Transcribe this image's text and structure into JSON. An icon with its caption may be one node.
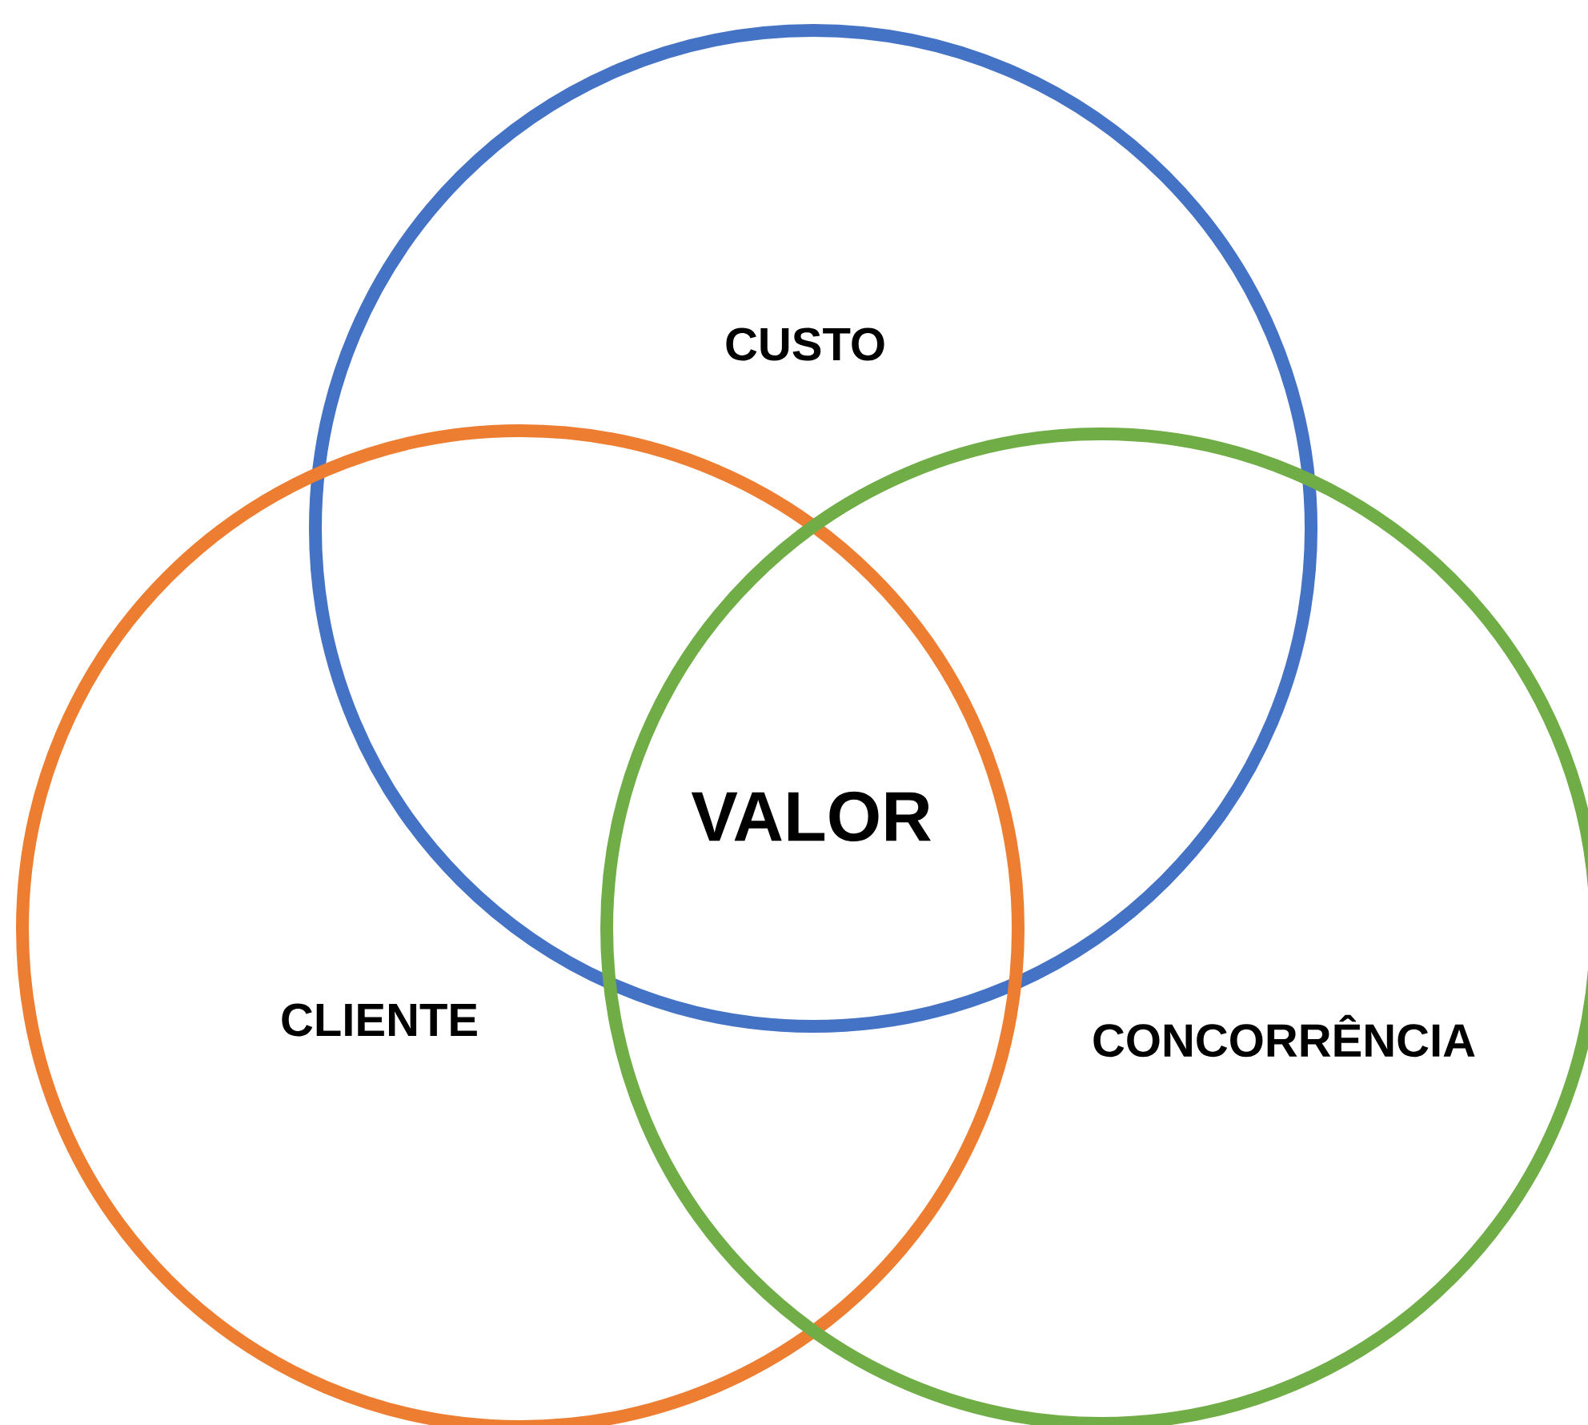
{
  "diagram": {
    "nodes": [
      {
        "text": [
          "CUSTO"
        ]
      },
      {
        "text": [
          "CLIENTE"
        ]
      },
      {
        "text": [
          "CONCORRÊNCIA"
        ]
      }
    ],
    "labels": [
      "VALOR"
    ]
  }
}
